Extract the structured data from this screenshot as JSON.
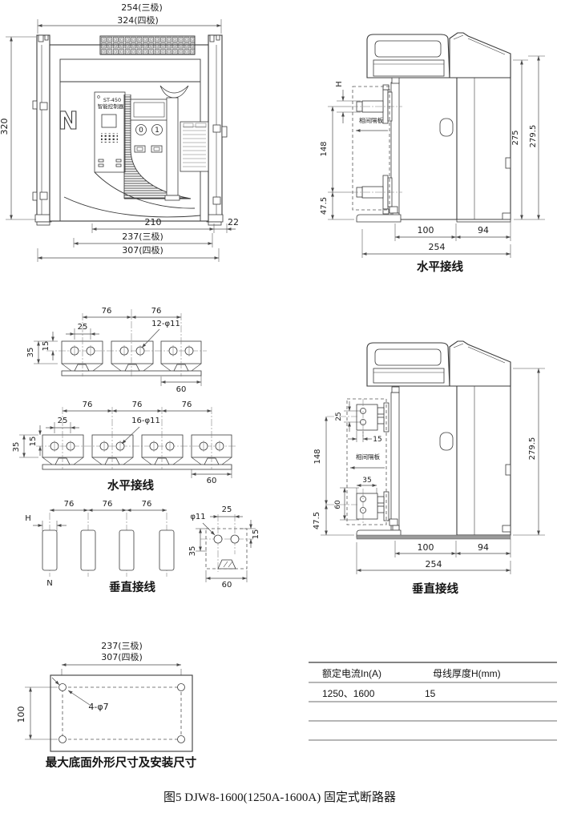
{
  "front_view": {
    "dim_width_3pole": "254(三极)",
    "dim_width_4pole": "324(四极)",
    "dim_height": "320",
    "dim_inner_width": "210",
    "dim_side_offset": "22",
    "dim_body_3pole": "237(三极)",
    "dim_body_4pole": "307(四极)",
    "neutral_label": "N",
    "controller_model": "ST-450",
    "controller_name": "智能控制器",
    "button_off": "0",
    "button_on": "1"
  },
  "side_view_horizontal": {
    "caption": "水平接线",
    "dim_busbar_thickness": "H",
    "dim_terminal_span": "148",
    "dim_lower_terminal": "47.5",
    "dim_body_height": "275",
    "dim_total_height": "279.5",
    "dim_depth_front": "100",
    "dim_depth_rear": "94",
    "dim_depth_total": "254",
    "phase_barrier_label": "相间隔板"
  },
  "busbar_3pole": {
    "dim_pitch_1": "76",
    "dim_pitch_2": "76",
    "dim_hole_spacing": "25",
    "holes_note": "12-φ11",
    "dim_width": "35",
    "dim_hole_offset": "15",
    "dim_pad_width": "60"
  },
  "busbar_4pole": {
    "caption": "水平接线",
    "dim_pitch_1": "76",
    "dim_pitch_2": "76",
    "dim_pitch_3": "76",
    "dim_hole_spacing": "25",
    "holes_note": "16-φ11",
    "dim_width": "35",
    "dim_hole_offset": "15",
    "dim_pad_width": "60"
  },
  "busbar_vertical": {
    "caption": "垂直接线",
    "thickness_label": "H",
    "dim_pitch_1": "76",
    "dim_pitch_2": "76",
    "dim_pitch_3": "76",
    "neutral_label": "N"
  },
  "busbar_section": {
    "hole_note": "φ11",
    "dim_hole_spacing": "25",
    "dim_hole_offset": "15",
    "dim_width": "35",
    "dim_pad_width": "60"
  },
  "side_view_vertical": {
    "caption": "垂直接线",
    "dim_hole_spacing": "25",
    "dim_hole_offset": "15",
    "dim_pad_top": "35",
    "dim_pad_height": "60",
    "dim_terminal_span": "148",
    "dim_lower_terminal": "47.5",
    "dim_total_height": "279.5",
    "dim_depth_front": "100",
    "dim_depth_rear": "94",
    "dim_depth_total": "254",
    "phase_barrier_label": "相间隔板"
  },
  "base_view": {
    "caption": "最大底面外形尺寸及安装尺寸",
    "dim_3pole": "237(三极)",
    "dim_4pole": "307(四极)",
    "dim_hole_pitch_vertical": "100",
    "holes_note": "4-φ7"
  },
  "spec_table": {
    "headers": [
      "额定电流In(A)",
      "母线厚度H(mm)"
    ],
    "rows": [
      [
        "1250、1600",
        "15"
      ]
    ]
  },
  "figure": {
    "caption": "图5  DJW8-1600(1250A-1600A) 固定式断路器"
  }
}
